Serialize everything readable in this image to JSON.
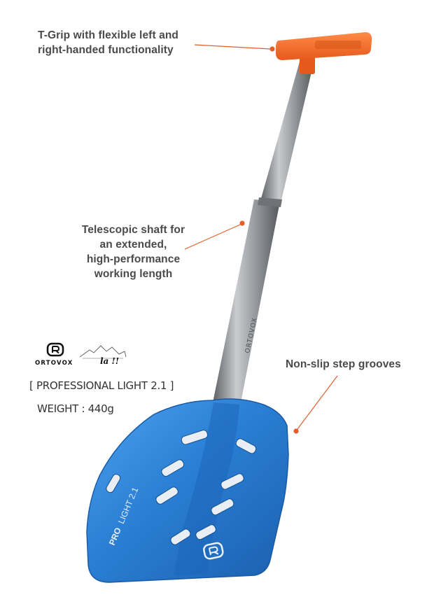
{
  "callouts": {
    "t_grip": {
      "line1": "T-Grip with flexible left and",
      "line2": "right-handed functionality"
    },
    "shaft": {
      "line1": "Telescopic shaft for",
      "line2": "an extended,",
      "line3": "high-performance",
      "line4": "working length"
    },
    "grooves": {
      "line1": "Non-slip step grooves"
    }
  },
  "product": {
    "name": "[ PROFESSIONAL LIGHT 2.1 ]",
    "weight": "WEIGHT : 440g"
  },
  "brand": {
    "logo_wordmark": "ORTOVOX",
    "partner_mark": "la !!",
    "shaft_print": "ORTOVOX",
    "blade_print_bold": "PRO",
    "blade_print_model": "LIGHT 2.1"
  },
  "colors": {
    "grip_orange": "#f26b2a",
    "blade_blue": "#2a7fd4",
    "shaft_gray": "#8a8d91",
    "leader_line": "#e0602c",
    "callout_text": "#4a4a4a"
  }
}
